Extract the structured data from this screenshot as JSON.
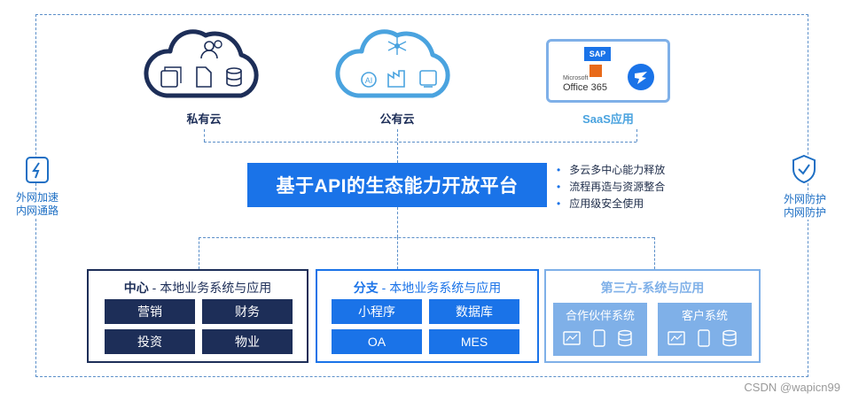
{
  "clouds": {
    "private": {
      "label": "私有云"
    },
    "public": {
      "label": "公有云"
    },
    "saas": {
      "label": "SaaS应用",
      "sap_label": "SAP",
      "office_small": "Microsoft",
      "office_label": "Office 365"
    }
  },
  "side": {
    "left": {
      "line1": "外网加速",
      "line2": "内网通路"
    },
    "right": {
      "line1": "外网防护",
      "line2": "内网防护"
    }
  },
  "platform": {
    "title": "基于API的生态能力开放平台"
  },
  "bullets": [
    "多云多中心能力释放",
    "流程再造与资源整合",
    "应用级安全使用"
  ],
  "panels": {
    "center": {
      "title_bold": "中心",
      "title_rest": " - 本地业务系统与应用",
      "tiles": [
        "营销",
        "财务",
        "投资",
        "物业"
      ]
    },
    "branch": {
      "title_bold": "分支",
      "title_rest": " - 本地业务系统与应用",
      "tiles": [
        "小程序",
        "数据库",
        "OA",
        "MES"
      ]
    },
    "third": {
      "title": "第三方-系统与应用",
      "systems": [
        "合作伙伴系统",
        "客户系统"
      ]
    }
  },
  "watermark": "CSDN @wapicn99",
  "colors": {
    "primary": "#1a73e8",
    "navy": "#1d2e58",
    "light_blue": "#7fb0e8",
    "dash": "#5b8fc9"
  }
}
